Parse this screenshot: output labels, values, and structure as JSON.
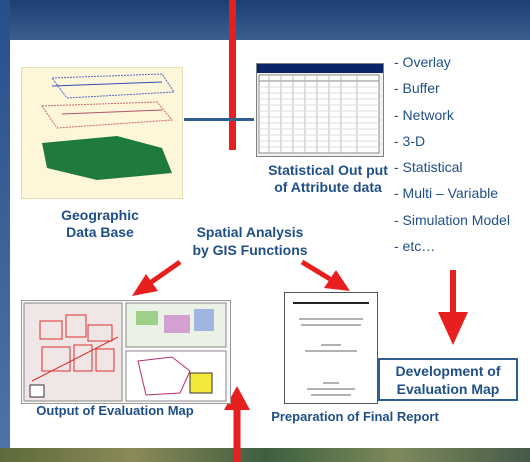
{
  "labels": {
    "statistical_output": [
      "Statistical Out put",
      "of Attribute data"
    ],
    "geographic_database": [
      "Geographic",
      "Data Base"
    ],
    "spatial_analysis": [
      "Spatial Analysis",
      "by GIS Functions"
    ],
    "development_map": [
      "Development of",
      "Evaluation Map"
    ],
    "output_map": "Output of Evaluation Map",
    "final_report": "Preparation of Final Report"
  },
  "gis_functions": [
    "- Overlay",
    "- Buffer",
    "- Network",
    "- 3-D",
    "- Statistical",
    "- Multi – Variable",
    "- Simulation Model",
    "- etc…"
  ],
  "colors": {
    "text_blue": "#1f4f86",
    "arrow_red": "#e81f1f",
    "header_navy": "#1c3e73",
    "connector_blue": "#2f5e8f"
  }
}
